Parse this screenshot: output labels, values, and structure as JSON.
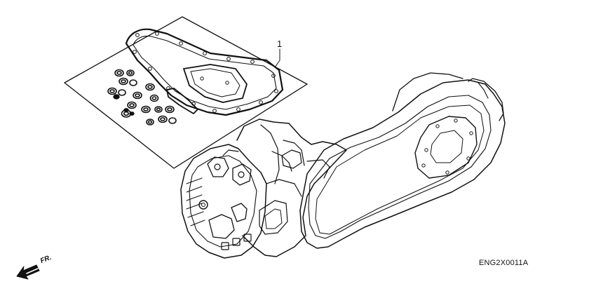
{
  "callouts": [
    {
      "label": "1"
    }
  ],
  "drawing_code": "ENG2X0011A",
  "direction_marker": {
    "text": "FR.",
    "icon": "forward-arrow-icon"
  },
  "parts": [
    {
      "name": "gasket-kit"
    },
    {
      "name": "engine-assembly"
    }
  ]
}
